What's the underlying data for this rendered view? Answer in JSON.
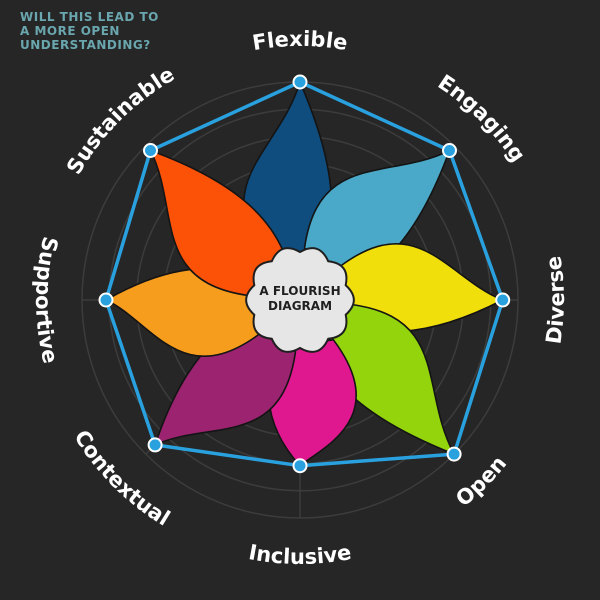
{
  "question": "WILL THIS LEAD TO A MORE OPEN UNDERSTANDING?",
  "center_label": [
    "A FLOURISH",
    "DIAGRAM"
  ],
  "colors": {
    "background": "#262626",
    "grid": "#3c3c3c",
    "outline": "#2aa1df",
    "marker": "#2aa1df",
    "foliage": "#1f6b2a"
  },
  "chart_data": {
    "type": "radar",
    "scale_rings": 8,
    "max": 1,
    "axes": [
      {
        "label": "Flexible",
        "value": 1.0,
        "petal_color": "#0f4d7f"
      },
      {
        "label": "Engaging",
        "value": 0.97,
        "petal_color": "#4aa9c8"
      },
      {
        "label": "Diverse",
        "value": 0.93,
        "petal_color": "#f1df0c"
      },
      {
        "label": "Open",
        "value": 1.0,
        "petal_color": "#94d40c"
      },
      {
        "label": "Inclusive",
        "value": 0.76,
        "petal_color": "#e01890"
      },
      {
        "label": "Contextual",
        "value": 0.94,
        "petal_color": "#9b2370"
      },
      {
        "label": "Supportive",
        "value": 0.89,
        "petal_color": "#f79d1e"
      },
      {
        "label": "Sustainable",
        "value": 0.97,
        "petal_color": "#fc5208"
      }
    ]
  }
}
